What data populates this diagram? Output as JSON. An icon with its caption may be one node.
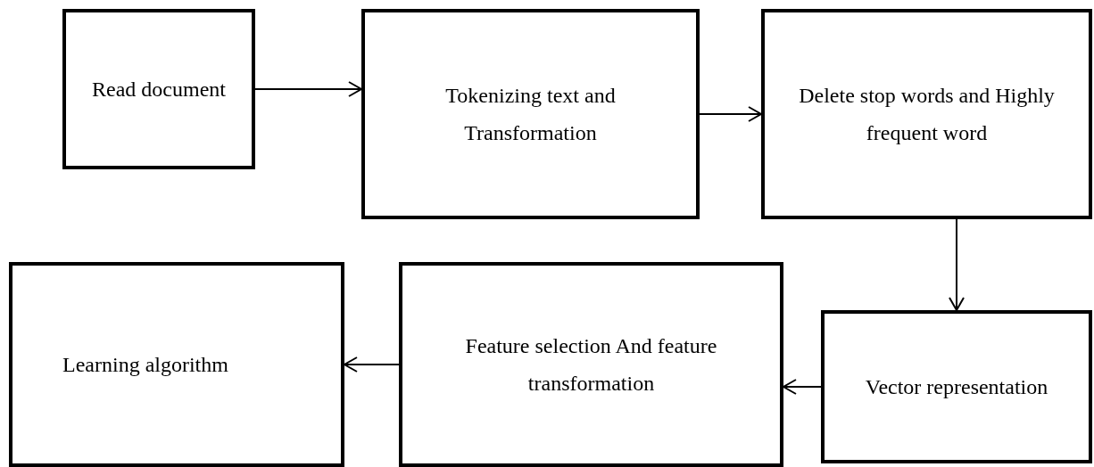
{
  "diagram": {
    "nodes": [
      {
        "text": [
          "Read document"
        ]
      },
      {
        "text": [
          "Tokenizing text and Transformation"
        ]
      },
      {
        "text": [
          "Delete stop words and Highly frequent word"
        ]
      },
      {
        "text": [
          "Vector representation"
        ]
      },
      {
        "text": [
          "Feature selection And feature transformation"
        ]
      },
      {
        "text": [
          "Learning algorithm"
        ]
      }
    ],
    "edges": [
      {
        "from": 0,
        "to": 1,
        "arrow": "to"
      },
      {
        "from": 1,
        "to": 2,
        "arrow": "to"
      },
      {
        "from": 2,
        "to": 3,
        "arrow": "to"
      },
      {
        "from": 3,
        "to": 4,
        "arrow": "to"
      },
      {
        "from": 4,
        "to": 5,
        "arrow": "to"
      }
    ]
  }
}
